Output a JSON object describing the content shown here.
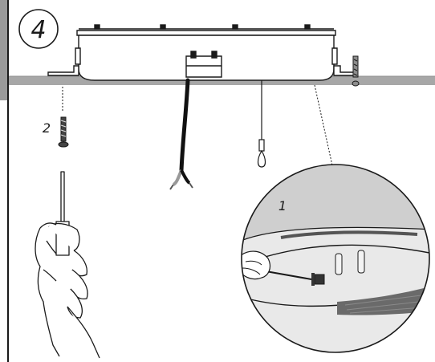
{
  "step_number": "4",
  "callouts": {
    "detail": "1",
    "screw": "2"
  },
  "colors": {
    "ceiling": "#a7a7a7",
    "ceiling_dark": "#8c8c8c",
    "line": "#1a1a1a",
    "detail_bg": "#cfcfcf",
    "fixture_fill": "#ffffff"
  },
  "icons": [
    "ceiling-fixture-icon",
    "screw-icon",
    "screwdriver-hand-icon",
    "magnified-detail-icon",
    "cable-icon",
    "pull-cord-icon"
  ]
}
